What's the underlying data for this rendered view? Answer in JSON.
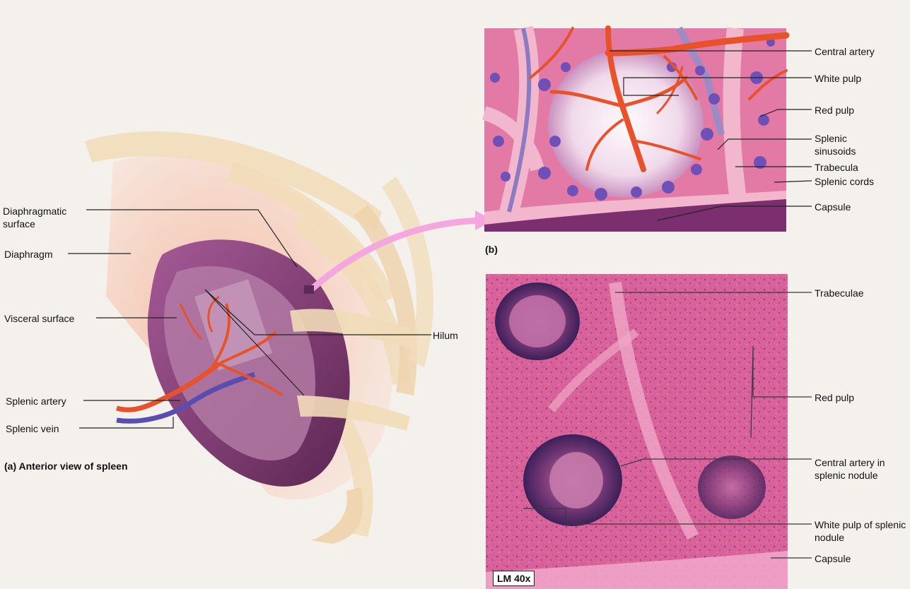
{
  "panel_a": {
    "caption": "(a) Anterior view of spleen",
    "labels": {
      "diaphragmatic_surface": "Diaphragmatic surface",
      "diaphragm": "Diaphragm",
      "visceral_surface": "Visceral surface",
      "hilum": "Hilum",
      "splenic_artery": "Splenic artery",
      "splenic_vein": "Splenic vein"
    }
  },
  "panel_b": {
    "caption": "(b)",
    "labels": {
      "central_artery": "Central artery",
      "white_pulp": "White pulp",
      "red_pulp": "Red pulp",
      "splenic_sinusoids": "Splenic sinusoids",
      "trabecula": "Trabecula",
      "splenic_cords": "Splenic cords",
      "capsule": "Capsule"
    }
  },
  "panel_c": {
    "magnification": "LM 40x",
    "labels": {
      "trabeculae": "Trabeculae",
      "red_pulp": "Red pulp",
      "central_artery_nodule": "Central artery in splenic nodule",
      "white_pulp_nodule": "White pulp of splenic nodule",
      "capsule": "Capsule"
    }
  },
  "colors": {
    "artery": "#e8522a",
    "vein": "#5a4db0",
    "spleen": "#8e4a82",
    "red_pulp": "#e37aa5",
    "white_pulp": "#f3e6f0",
    "histology": "#d4558f",
    "rib": "#f1dcb8"
  }
}
